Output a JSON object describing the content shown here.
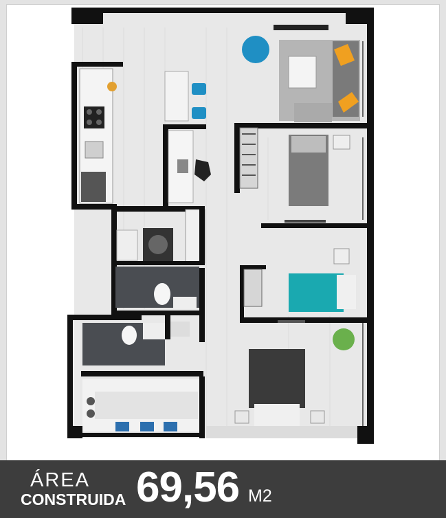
{
  "footer": {
    "label": "ÁREA",
    "sublabel": "CONSTRUIDA",
    "value": "69,56",
    "unit": "M2"
  },
  "colors": {
    "background": "#e3e3e3",
    "footer": "#3d3d3d",
    "walls": "#111111",
    "floor": "#e9e9e9",
    "tile": "#4a4d52",
    "accent_turquoise": "#1aa9b0",
    "accent_blue": "#1f8fc4",
    "accent_orange": "#f0a020"
  },
  "icons": [
    "chair-icon",
    "sofa-icon",
    "bed-icon",
    "plant-icon",
    "stove-icon",
    "sink-icon",
    "toilet-icon",
    "washer-icon",
    "desk-chair-icon"
  ]
}
